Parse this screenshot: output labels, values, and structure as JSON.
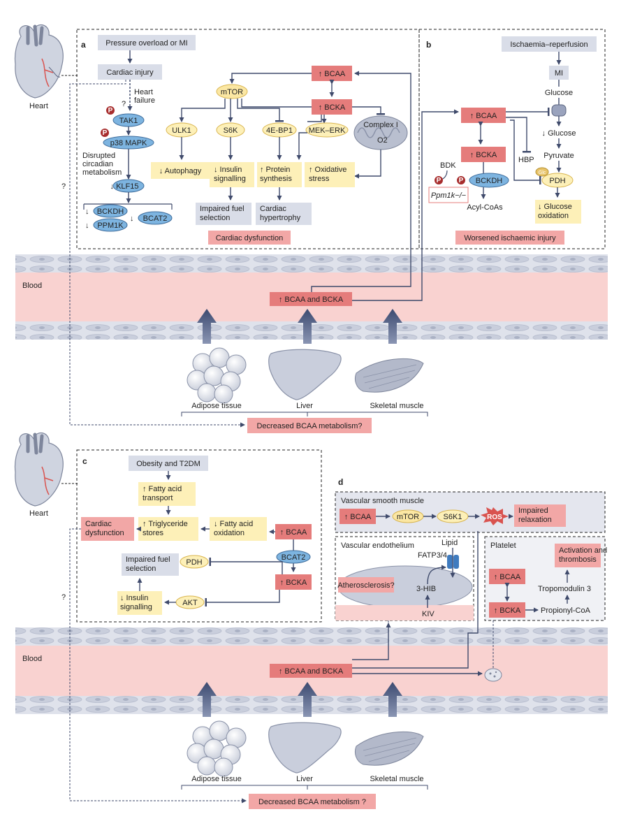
{
  "colors": {
    "node_pink": "#f2a7a6",
    "node_pink_dark": "#e57c7b",
    "node_gray": "#d9dde8",
    "node_yellow": "#fdf0b8",
    "node_blue": "#7db4e0",
    "blood": "#f9d2d0",
    "vessel_wall": "#d4d8e4",
    "arrow": "#3f4a6b"
  },
  "icons": [
    "heart-icon",
    "adipose-icon",
    "liver-icon",
    "muscle-icon",
    "mitochondria-icon",
    "phosphate-icon",
    "ros-icon",
    "platelet-icon",
    "transporter-icon"
  ],
  "top": {
    "heart": "Heart",
    "panel_a": {
      "letter": "a",
      "pressure": "Pressure overload or MI",
      "injury": "Cardiac injury",
      "question1": "?",
      "heart_failure": "Heart\nfailure",
      "p": "P",
      "tak1": "TAK1",
      "p38": "p38 MAPK",
      "circadian": "Disrupted\ncircadian\nmetabolism",
      "klf15": "↓ KLF15",
      "down": "↓",
      "bckdh": "BCKDH",
      "ppm1k": "PPM1K",
      "bcat2": "BCAT2",
      "bcaa": "↑ BCAA",
      "bcka": "↑ BCKA",
      "mtor": "mTOR",
      "ulk1": "ULK1",
      "s6k": "S6K",
      "ebp1": "4E-BP1",
      "mek": "MEK–ERK",
      "complex": "Complex I",
      "o2": "O2",
      "autophagy": "↓ Autophagy",
      "insulin": "↓ Insulin\nsignalling",
      "protein": "↑ Protein\nsynthesis",
      "oxidative": "↑ Oxidative\nstress",
      "impaired_fuel": "Impaired fuel\nselection",
      "hypertrophy": "Cardiac\nhypertrophy",
      "dysfunction": "Cardiac dysfunction"
    },
    "panel_b": {
      "letter": "b",
      "ir": "Ischaemia–reperfusion",
      "mi": "MI",
      "glucose": "Glucose",
      "glucose_down": "↓ Glucose",
      "bcaa": "↑ BCAA",
      "bcka": "↑ BCKA",
      "bdk": "BDK",
      "p": "P",
      "bckdh": "BCKDH",
      "ppm1k_ko": "Ppm1k−/−",
      "acyl": "Acyl-CoAs",
      "hbp": "HBP",
      "pyruvate": "Pyruvate",
      "glc": "Glc",
      "pdh": "PDH",
      "glucose_ox": "↓ Glucose\noxidation",
      "worsened": "Worsened ischaemic injury"
    },
    "blood": "Blood",
    "blood_bcaa": "↑ BCAA and BCKA",
    "question_side": "?",
    "adipose": "Adipose tissue",
    "liver": "Liver",
    "muscle": "Skeletal muscle",
    "decreased": "Decreased BCAA metabolism?"
  },
  "bottom": {
    "heart": "Heart",
    "panel_c": {
      "letter": "c",
      "obesity": "Obesity and T2DM",
      "fa_transport": "↑ Fatty acid\ntransport",
      "tg": "↑ Triglyceride\nstores",
      "fa_ox": "↓ Fatty acid\noxidation",
      "dysfunction": "Cardiac\ndysfunction",
      "bcaa": "↑ BCAA",
      "bcat2": "BCAT2",
      "bcka": "↑ BCKA",
      "impaired_fuel": "Impaired fuel\nselection",
      "pdh": "PDH",
      "akt": "AKT",
      "insulin": "↓ Insulin\nsignalling"
    },
    "panel_d": {
      "letter": "d",
      "vsm": "Vascular smooth muscle",
      "bcaa": "↑ BCAA",
      "mtor": "mTOR",
      "s6k1": "S6K1",
      "ros": "ROS",
      "impaired_relax": "Impaired\nrelaxation",
      "endothelium": "Vascular endothelium",
      "lipid": "Lipid",
      "fatp": "FATP3/4",
      "athero": "Atherosclerosis?",
      "hib": "3-HIB",
      "kiv": "KIV",
      "platelet": "Platelet",
      "activation": "Activation and\nthrombosis",
      "p_bcaa": "↑ BCAA",
      "p_bcka": "↑ BCKA",
      "tropomodulin": "Tropomodulin 3",
      "propionyl": "Propionyl-CoA"
    },
    "blood": "Blood",
    "blood_bcaa": "↑ BCAA and BCKA",
    "question_side": "?",
    "adipose": "Adipose tissue",
    "liver": "Liver",
    "muscle": "Skeletal muscle",
    "decreased": "Decreased BCAA metabolism ?"
  }
}
